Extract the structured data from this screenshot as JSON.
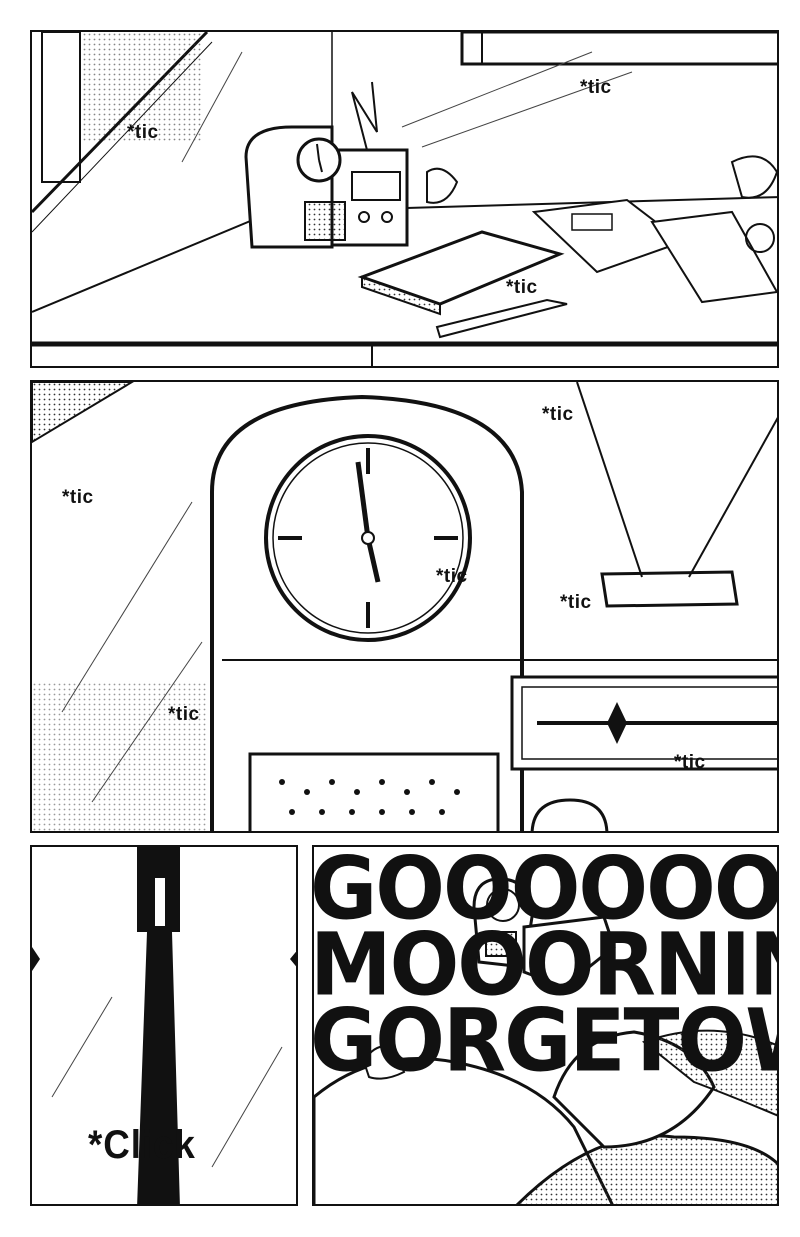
{
  "panels": {
    "panel1": {
      "sfx": [
        "*tic",
        "*tic",
        "*tic"
      ]
    },
    "panel2": {
      "sfx": [
        "*tic",
        "*tic",
        "*tic",
        "*tic",
        "*tic",
        "*tic"
      ]
    },
    "panel3": {
      "sfx": "*Click"
    },
    "panel4": {
      "shout_lines": [
        "GOOOOOOO",
        "MOOORNING",
        "GORGETOW"
      ]
    }
  }
}
